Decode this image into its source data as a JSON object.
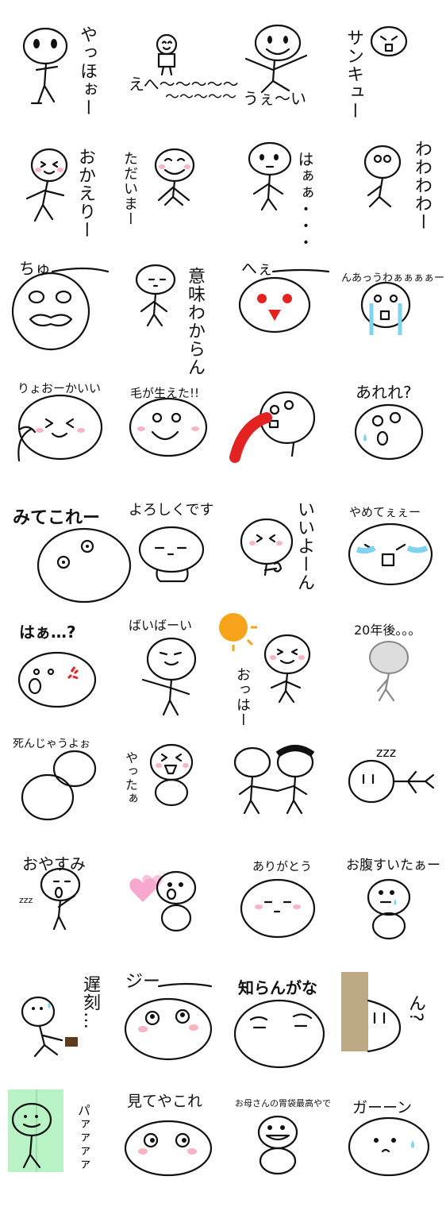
{
  "stickers": [
    {
      "id": "yahho",
      "caption": "やっほぉー"
    },
    {
      "id": "ehe",
      "caption": "えへ〜〜〜〜〜"
    },
    {
      "id": "ue",
      "caption": "うぇ〜い"
    },
    {
      "id": "thanks",
      "caption": "サンキュー"
    },
    {
      "id": "okaeri",
      "caption": "おかえりー"
    },
    {
      "id": "tadaima",
      "caption": "ただいまー"
    },
    {
      "id": "haa",
      "caption": "はぁぁ・・・"
    },
    {
      "id": "wawa",
      "caption": "わわわわー"
    },
    {
      "id": "chu",
      "caption": "ちゅ"
    },
    {
      "id": "imi",
      "caption": "意味わからん"
    },
    {
      "id": "hee",
      "caption": "へぇ"
    },
    {
      "id": "naki",
      "caption": "んあっうわぁぁぁぁー"
    },
    {
      "id": "ryokai",
      "caption": "りょおーかいい"
    },
    {
      "id": "kami",
      "caption": "毛が生えた!!"
    },
    {
      "id": "hanaji",
      "caption": ""
    },
    {
      "id": "arere",
      "caption": "あれれ?"
    },
    {
      "id": "mite",
      "caption": "みてこれー"
    },
    {
      "id": "yoroshiku",
      "caption": "よろしくです"
    },
    {
      "id": "iiyo",
      "caption": "いいよーん"
    },
    {
      "id": "yamete",
      "caption": "やめてぇぇー"
    },
    {
      "id": "haa2",
      "caption": "はぁ…?"
    },
    {
      "id": "bye",
      "caption": "ばいばーい"
    },
    {
      "id": "ohha",
      "caption": "おっはー"
    },
    {
      "id": "20nen",
      "caption": "20年後。。。"
    },
    {
      "id": "shinu",
      "caption": "死んじゃうよぉ"
    },
    {
      "id": "yatta",
      "caption": "やったぁ"
    },
    {
      "id": "friends",
      "caption": ""
    },
    {
      "id": "zzz",
      "caption": "zzz"
    },
    {
      "id": "oyasumi",
      "caption": "おやすみ"
    },
    {
      "id": "love",
      "caption": ""
    },
    {
      "id": "arigato",
      "caption": "ありがとう"
    },
    {
      "id": "onaka",
      "caption": "お腹すいたぁー"
    },
    {
      "id": "chikoku",
      "caption": "遅刻…"
    },
    {
      "id": "jii",
      "caption": "ジー"
    },
    {
      "id": "shiran",
      "caption": "知らんがな"
    },
    {
      "id": "n",
      "caption": "ん?"
    },
    {
      "id": "pa",
      "caption": "パァァァァ"
    },
    {
      "id": "miteyakore",
      "caption": "見てやこれ"
    },
    {
      "id": "okaasan",
      "caption": "お母さんの胃袋最高やで"
    },
    {
      "id": "gaan",
      "caption": "ガーーン"
    }
  ],
  "extra_text": {
    "zzz_small": "zzz",
    "ehe_wave": "〜〜〜〜〜"
  },
  "colors": {
    "ink": "#111111",
    "blush": "#f7a8b6",
    "red": "#e32222",
    "tear": "#7fd3ef",
    "sun": "#f7a41a",
    "heart": "#f6a8cf",
    "door": "#bda884",
    "green": "#b9f3c5",
    "briefcase": "#5c3b1f"
  }
}
